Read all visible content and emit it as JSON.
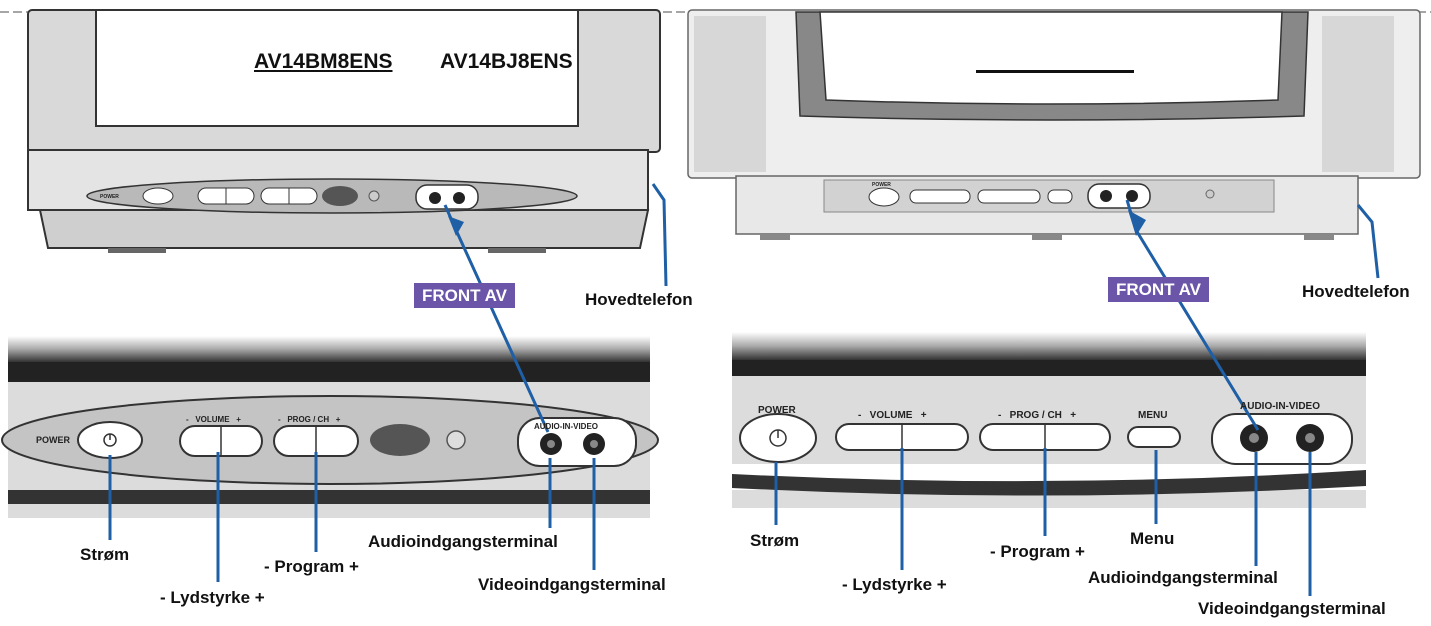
{
  "models": {
    "underlined": "AV14BM8ENS",
    "plain": "AV14BJ8ENS"
  },
  "left_tv": {
    "tag": "FRONT AV",
    "headphone": "Hovedtelefon",
    "panel": {
      "power": "POWER",
      "volume": "-   VOLUME   +",
      "prog": "-   PROG / CH   +",
      "av": "AUDIO-IN-VIDEO"
    },
    "callouts": {
      "power": "Strøm",
      "volume": "- Lydstyrke +",
      "program": "- Program +",
      "audio": "Audioindgangsterminal",
      "video": "Videoindgangsterminal"
    }
  },
  "right_tv": {
    "tag": "FRONT AV",
    "headphone": "Hovedtelefon",
    "panel": {
      "power": "POWER",
      "volume": "-   VOLUME   +",
      "prog": "-   PROG / CH   +",
      "menu": "MENU",
      "av": "AUDIO-IN-VIDEO"
    },
    "callouts": {
      "power": "Strøm",
      "volume": "- Lydstyrke +",
      "program": "- Program +",
      "menu": "Menu",
      "audio": "Audioindgangsterminal",
      "video": "Videoindgangsterminal"
    }
  },
  "colors": {
    "leader": "#1f5fa6",
    "tag_bg": "#6a55a8",
    "panel": "#c8c8c8",
    "body": "#dcdcdc"
  }
}
